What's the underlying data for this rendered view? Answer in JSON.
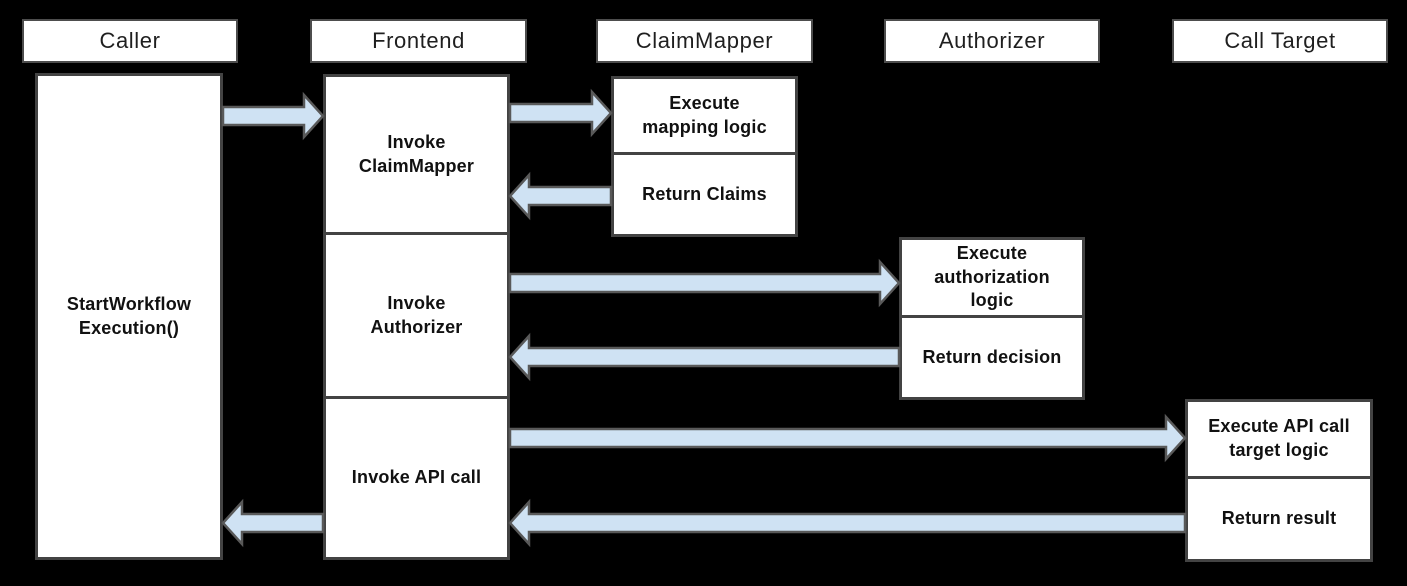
{
  "diagram_type": "sequence-diagram",
  "colors": {
    "background": "#000000",
    "box_fill": "#ffffff",
    "box_border": "#434343",
    "header_border": "#4d4d4d",
    "arrow_fill": "#cfe2f3",
    "arrow_stroke": "#595959",
    "text": "#111111"
  },
  "actors": [
    {
      "label": "Caller"
    },
    {
      "label": "Frontend"
    },
    {
      "label": "ClaimMapper"
    },
    {
      "label": "Authorizer"
    },
    {
      "label": "Call Target"
    }
  ],
  "activations": {
    "caller_start": {
      "actor": "Caller",
      "label": "StartWorkflow\nExecution()"
    },
    "frontend_invoke_claimmapper": {
      "actor": "Frontend",
      "label": "Invoke\nClaimMapper"
    },
    "frontend_invoke_authorizer": {
      "actor": "Frontend",
      "label": "Invoke\nAuthorizer"
    },
    "frontend_invoke_api_call": {
      "actor": "Frontend",
      "label": "Invoke API call"
    },
    "claimmapper_execute": {
      "actor": "ClaimMapper",
      "label": "Execute\nmapping logic"
    },
    "claimmapper_return": {
      "actor": "ClaimMapper",
      "label": "Return Claims"
    },
    "authorizer_execute": {
      "actor": "Authorizer",
      "label": "Execute\nauthorization\nlogic"
    },
    "authorizer_return": {
      "actor": "Authorizer",
      "label": "Return decision"
    },
    "calltarget_execute": {
      "actor": "Call Target",
      "label": "Execute API call\ntarget logic"
    },
    "calltarget_return": {
      "actor": "Call Target",
      "label": "Return result"
    }
  },
  "messages": [
    {
      "from": "Caller",
      "to": "Frontend",
      "direction": "right"
    },
    {
      "from": "Frontend",
      "to": "ClaimMapper",
      "direction": "right"
    },
    {
      "from": "ClaimMapper",
      "to": "Frontend",
      "direction": "left"
    },
    {
      "from": "Frontend",
      "to": "Authorizer",
      "direction": "right"
    },
    {
      "from": "Authorizer",
      "to": "Frontend",
      "direction": "left"
    },
    {
      "from": "Frontend",
      "to": "Call Target",
      "direction": "right"
    },
    {
      "from": "Call Target",
      "to": "Frontend",
      "direction": "left"
    },
    {
      "from": "Frontend",
      "to": "Caller",
      "direction": "left"
    }
  ]
}
